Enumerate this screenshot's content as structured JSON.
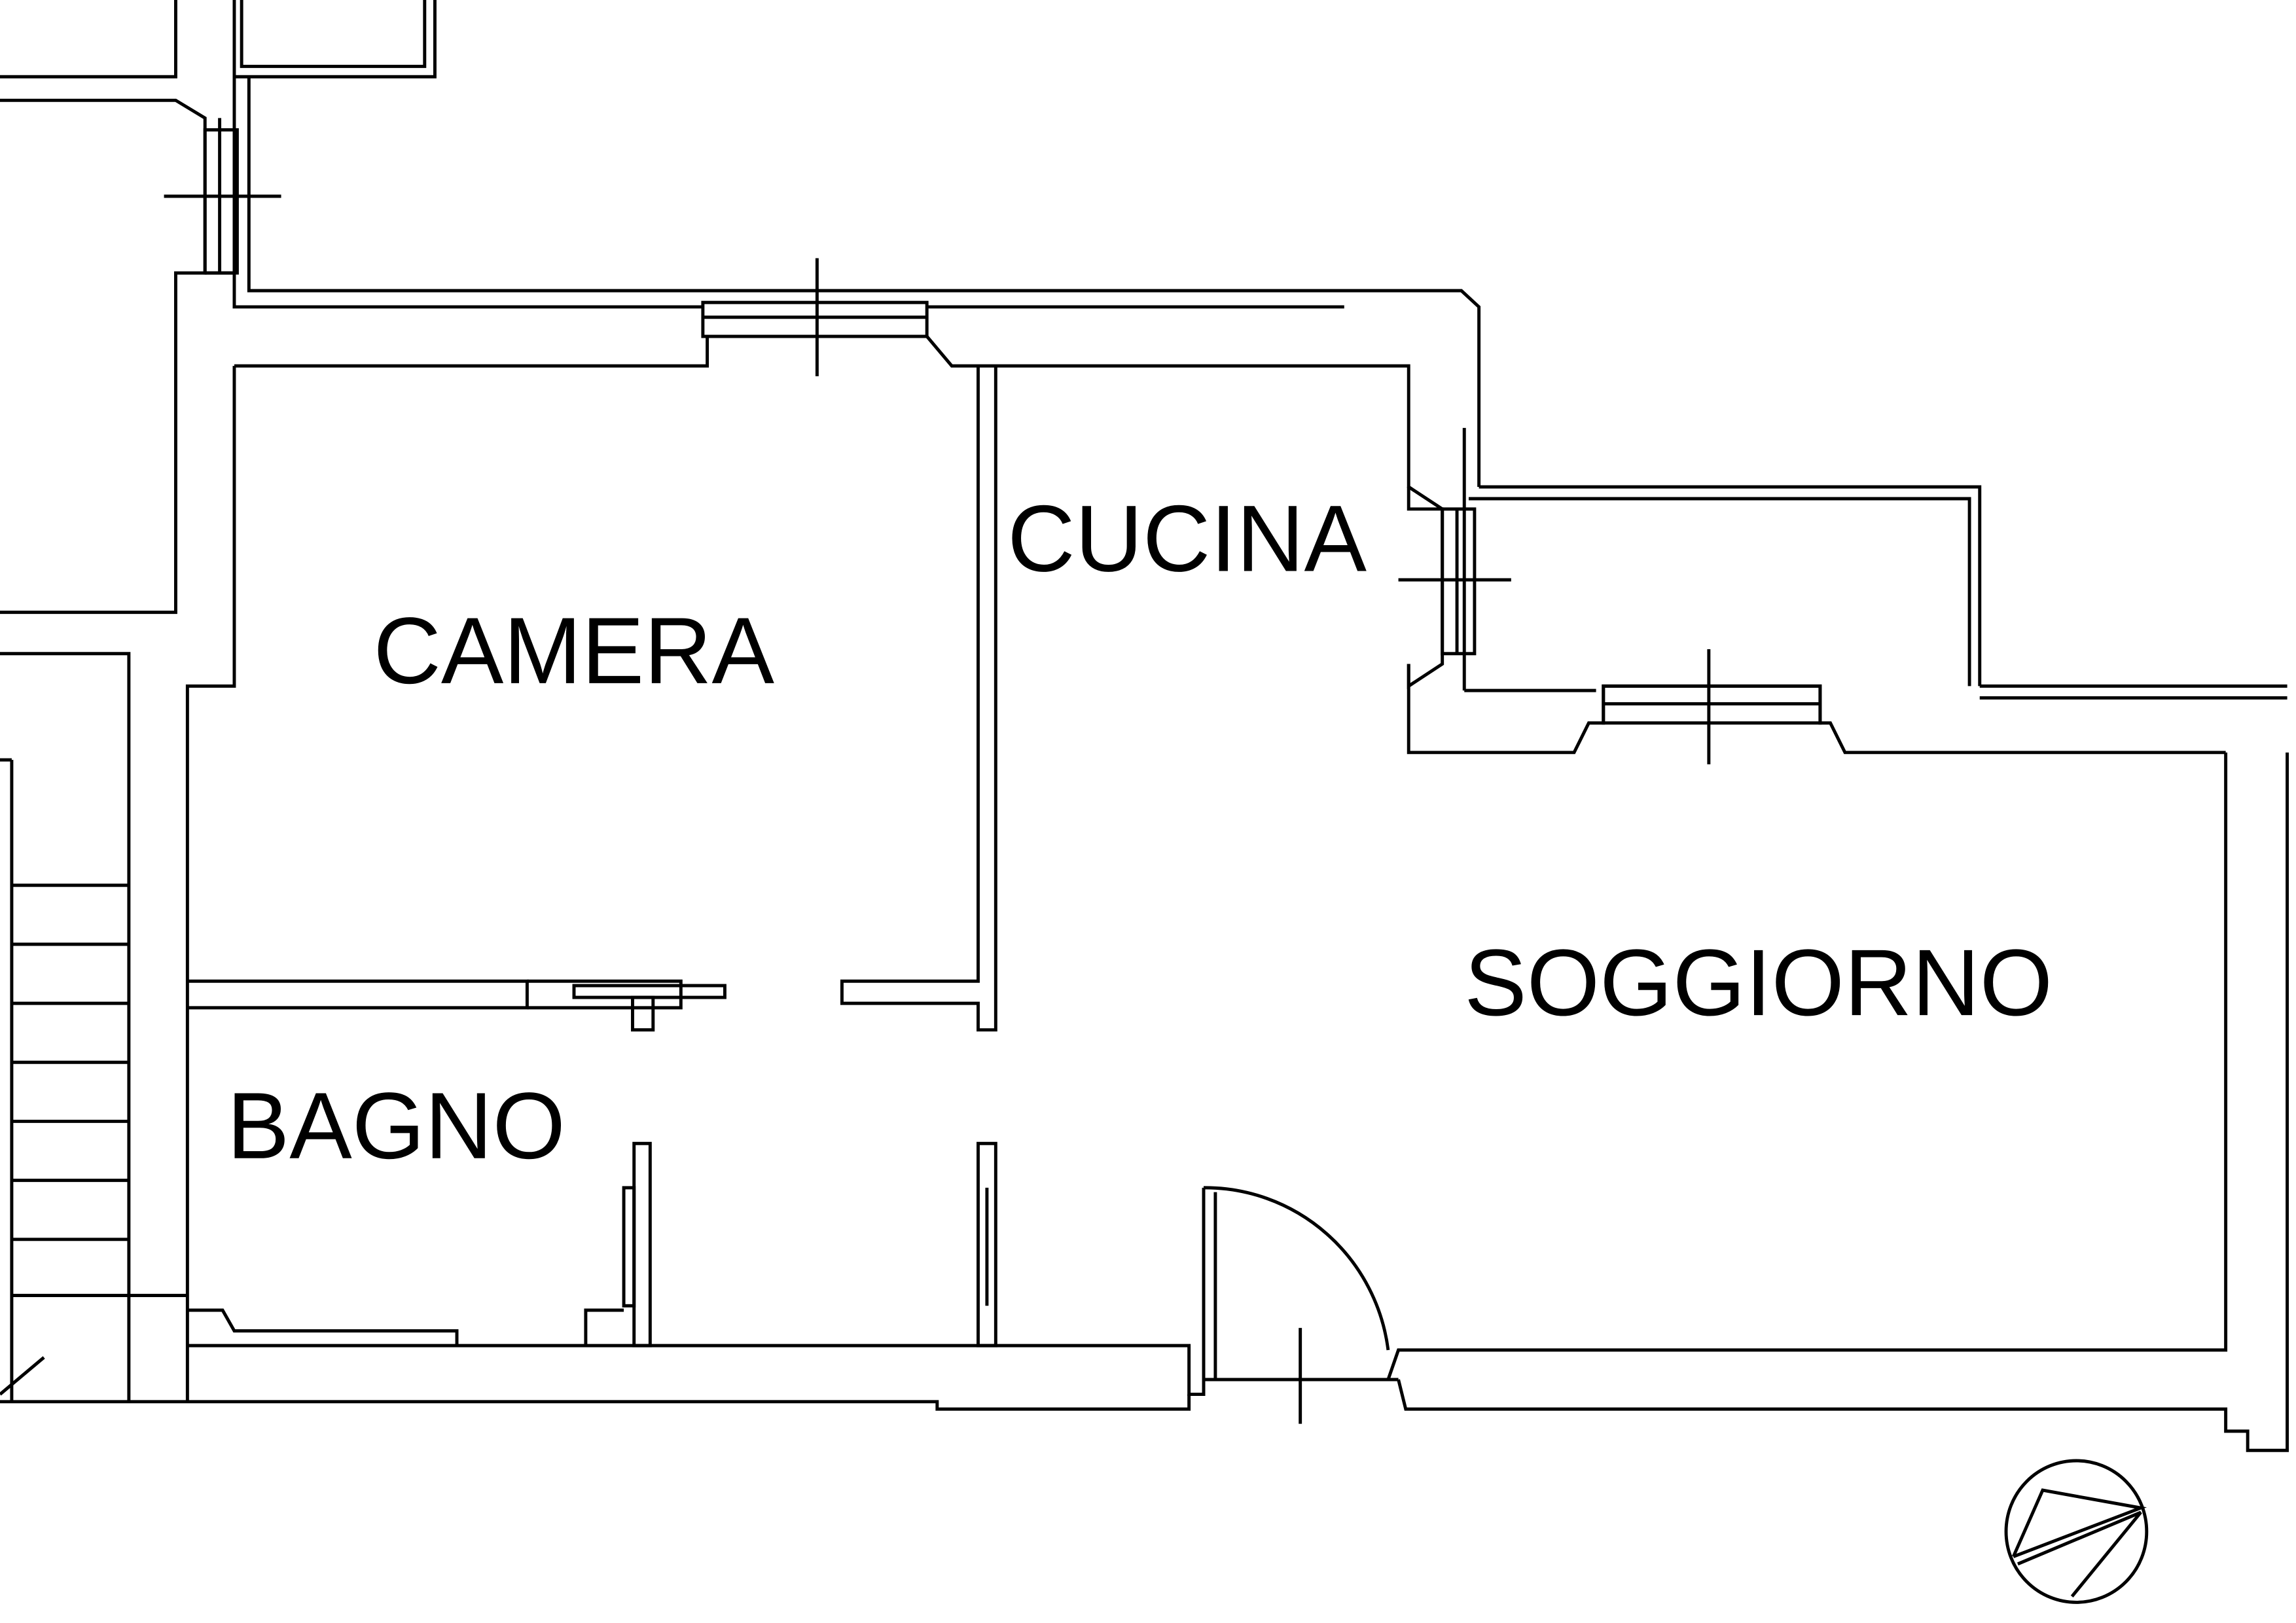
{
  "rooms": {
    "camera": "CAMERA",
    "cucina": "CUCINA",
    "soggiorno": "SOGGIORNO",
    "bagno": "BAGNO"
  },
  "icons": [
    "north-arrow-icon"
  ],
  "colors": {
    "line": "#000000",
    "background": "#ffffff"
  }
}
